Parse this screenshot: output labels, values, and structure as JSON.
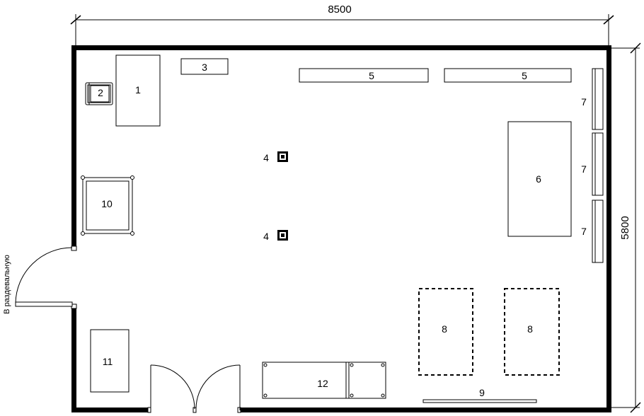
{
  "dimensions": {
    "width": "8500",
    "height": "5800"
  },
  "door_note": "В раздевальную",
  "items": {
    "item1": "1",
    "item2": "2",
    "item3": "3",
    "item4a": "4",
    "item4b": "4",
    "item5a": "5",
    "item5b": "5",
    "item6": "6",
    "item7a": "7",
    "item7b": "7",
    "item7c": "7",
    "item8a": "8",
    "item8b": "8",
    "item9": "9",
    "item10": "10",
    "item11": "11",
    "item12": "12"
  }
}
